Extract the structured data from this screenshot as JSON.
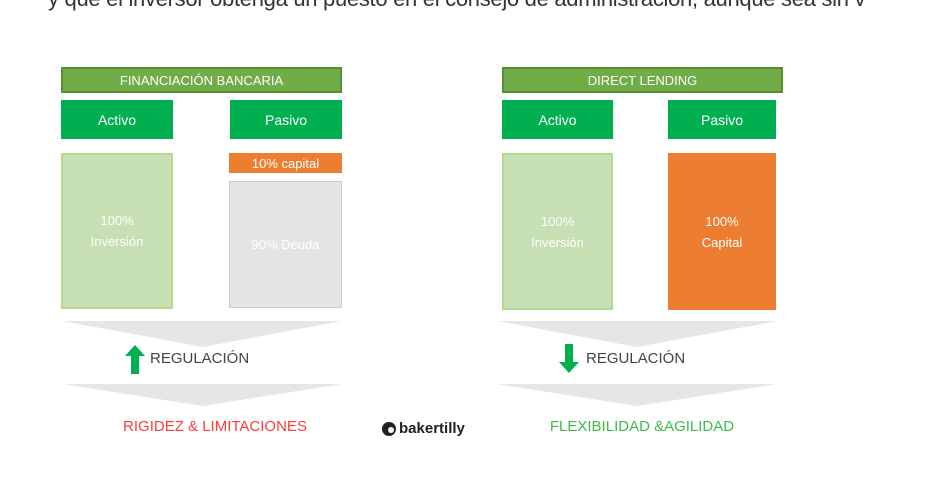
{
  "intro_text": "y que el inversor obtenga un puesto en el consejo de administración, aunque sea sin v",
  "left": {
    "title": "FINANCIACIÓN BANCARIA",
    "activo": "Activo",
    "pasivo": "Pasivo",
    "inversion_pct": "100%",
    "inversion": "Inversión",
    "capital": "10% capital",
    "deuda": "90% Deuda",
    "regulacion": "REGULACIÓN",
    "regulacion_direction": "up",
    "result": "RIGIDEZ & LIMITACIONES"
  },
  "right": {
    "title": "DIRECT LENDING",
    "activo": "Activo",
    "pasivo": "Pasivo",
    "inversion_pct": "100%",
    "inversion": "Inversión",
    "capital_pct": "100%",
    "capital": "Capital",
    "regulacion": "REGULACIÓN",
    "regulacion_direction": "down",
    "result": "FLEXIBILIDAD &AGILIDAD"
  },
  "logo": "bakertilly",
  "colors": {
    "green": "#00b050",
    "header": "#70ad47",
    "light_green": "#c6e0b4",
    "orange": "#ed7d31",
    "red": "#ff3b3b",
    "result_green": "#3fb94a"
  }
}
